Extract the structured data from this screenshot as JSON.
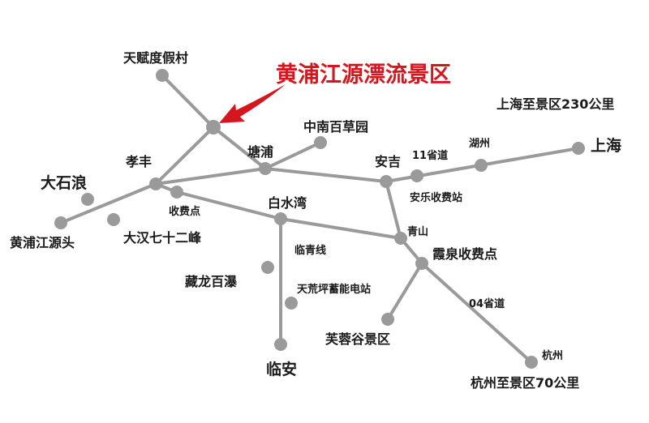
{
  "map": {
    "title": "黄浦江源漂流景区",
    "distance_shanghai": "上海至景区230公里",
    "distance_hangzhou": "杭州至景区70公里",
    "accent_color": "#d6161e",
    "road_color": "#9a9a9a",
    "places": {
      "tianfu": "天赋度假村",
      "zhongnan": "中南百草园",
      "tangpu": "塘浦",
      "xiaofeng": "孝丰",
      "dashilang": "大石浪",
      "huangpu_source": "黄浦江源头",
      "dahan": "大汉七十二峰",
      "shoufei": "收费点",
      "baishuiwan": "白水湾",
      "linqing": "临青线",
      "canglong": "藏龙百瀑",
      "tianhuangping": "天荒坪蓄能电站",
      "linan": "临安",
      "anji": "安吉",
      "road11": "11省道",
      "huzhou": "湖州",
      "shanghai": "上海",
      "anle": "安乐收费站",
      "qingshan": "青山",
      "xiaquan": "霞泉收费点",
      "road04": "04省道",
      "furong": "芙蓉谷景区",
      "hangzhou": "杭州"
    }
  }
}
